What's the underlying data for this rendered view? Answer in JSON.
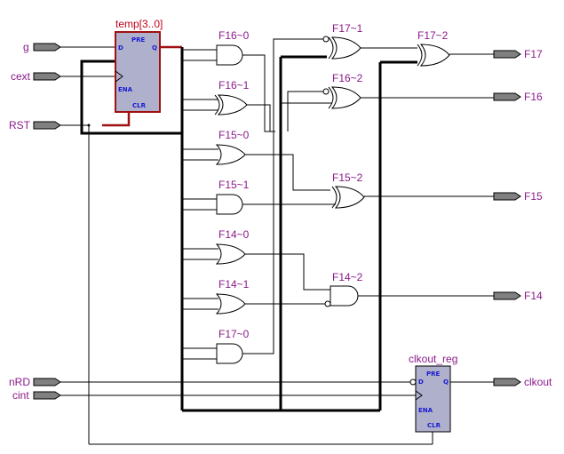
{
  "inputs": {
    "g": "g",
    "cext": "cext",
    "rst": "RST",
    "nrd": "nRD",
    "cint": "cint"
  },
  "outputs": {
    "f17": "F17",
    "f16": "F16",
    "f15": "F15",
    "f14": "F14",
    "clkout": "clkout"
  },
  "registers": {
    "temp": {
      "title": "temp[3..0]",
      "pre": "PRE",
      "d": "D",
      "q": "Q",
      "ena": "ENA",
      "clr": "CLR"
    },
    "clkout_reg": {
      "title": "clkout_reg",
      "pre": "PRE",
      "d": "D",
      "q": "Q",
      "ena": "ENA",
      "clr": "CLR"
    }
  },
  "gates": {
    "f16_0": "F16~0",
    "f16_1": "F16~1",
    "f15_0": "F15~0",
    "f15_1": "F15~1",
    "f14_0": "F14~0",
    "f14_1": "F14~1",
    "f17_0": "F17~0",
    "f17_1": "F17~1",
    "f16_2": "F16~2",
    "f15_2": "F15~2",
    "f14_2": "F14~2",
    "f17_2": "F17~2"
  },
  "colors": {
    "label": "#8a1a8a",
    "register_title": "#c0001a",
    "register_fill": "#aeb0cc",
    "pin_text": "#1a1ad0",
    "port_fill": "#808080"
  }
}
